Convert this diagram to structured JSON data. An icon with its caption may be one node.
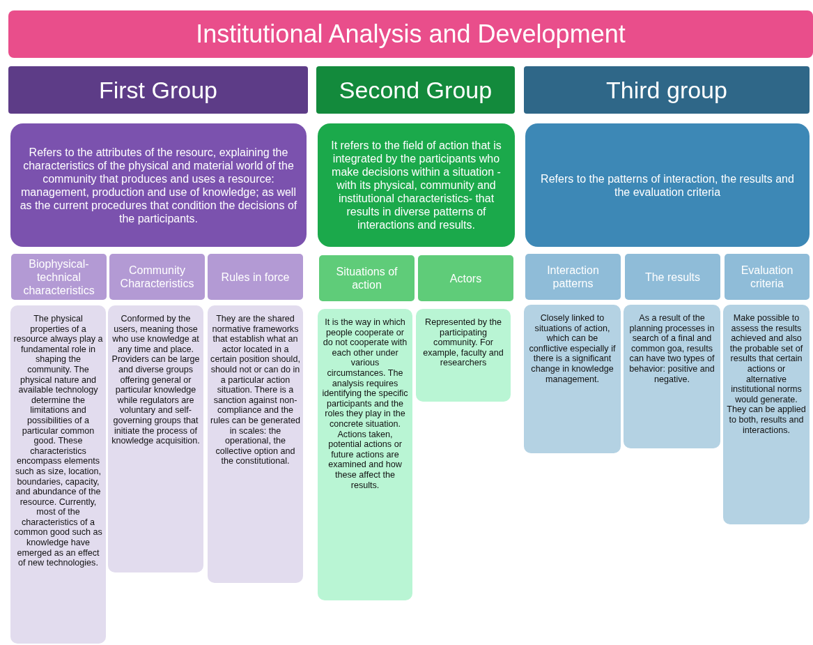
{
  "diagram": {
    "title": "Institutional Analysis and Development",
    "nodes": [
      {
        "text": [
          "First Group"
        ]
      },
      {
        "text": [
          "Refers to the attributes of the resourc, explaining the characteristics of the physical and material world of the community that produces and uses a resource: management, production and use of knowledge; as well as the current procedures that condition the decisions of the participants."
        ]
      },
      {
        "text": [
          "Biophysical-technical characteristics"
        ]
      },
      {
        "text": [
          "The physical properties of a resource always play a fundamental role in shaping the community. The physical nature and available technology determine the limitations and possibilities of a particular common good. These characteristics encompass elements such as size, location, boundaries, capacity, and abundance of the resource. Currently, most of the characteristics of a common good such as knowledge have emerged as an effect of new technologies."
        ]
      },
      {
        "text": [
          "Community Characteristics"
        ]
      },
      {
        "text": [
          "Conformed by the users, meaning those who use knowledge at any time and place. Providers can be large and diverse groups offering general or particular knowledge while regulators are voluntary and self-governing groups that initiate the process of knowledge acquisition."
        ]
      },
      {
        "text": [
          "Rules in force"
        ]
      },
      {
        "text": [
          "They are the shared normative frameworks that establish what an actor located in a certain position should, should not or can do in a particular action situation. There is a sanction against non-compliance and the rules can be generated in scales: the operational, the collective option and the constitutional."
        ]
      },
      {
        "text": [
          "Second Group"
        ]
      },
      {
        "text": [
          "It refers to the field of action that is integrated by the participants who make decisions within a situation -with its physical, community and institutional characteristics- that results in diverse patterns of interactions and results."
        ]
      },
      {
        "text": [
          "Situations of action"
        ]
      },
      {
        "text": [
          "It is the way in which people cooperate or do not cooperate with each other under various circumstances. The analysis requires identifying the specific participants and the roles they play in the concrete situation. Actions taken, potential actions or future actions are examined and how these affect the results."
        ]
      },
      {
        "text": [
          "Actors"
        ]
      },
      {
        "text": [
          "Represented by the participating community. For example, faculty and researchers"
        ]
      },
      {
        "text": [
          "Third group"
        ]
      },
      {
        "text": [
          "Refers to the patterns of interaction, the results and the evaluation criteria"
        ]
      },
      {
        "text": [
          "Interaction patterns"
        ]
      },
      {
        "text": [
          "Closely linked to situations of action, which can be conflictive especially if there is a significant change in knowledge management."
        ]
      },
      {
        "text": [
          "The results"
        ]
      },
      {
        "text": [
          "As a result of the planning processes in search of a final and common goa, results can have two types of behavior: positive and negative."
        ]
      },
      {
        "text": [
          "Evaluation criteria"
        ]
      },
      {
        "text": [
          "Make possible to assess the results achieved and also the probable set of results that certain actions or alternative institutional norms would generate. They can be applied to both, results and interactions."
        ]
      }
    ],
    "edges": []
  }
}
